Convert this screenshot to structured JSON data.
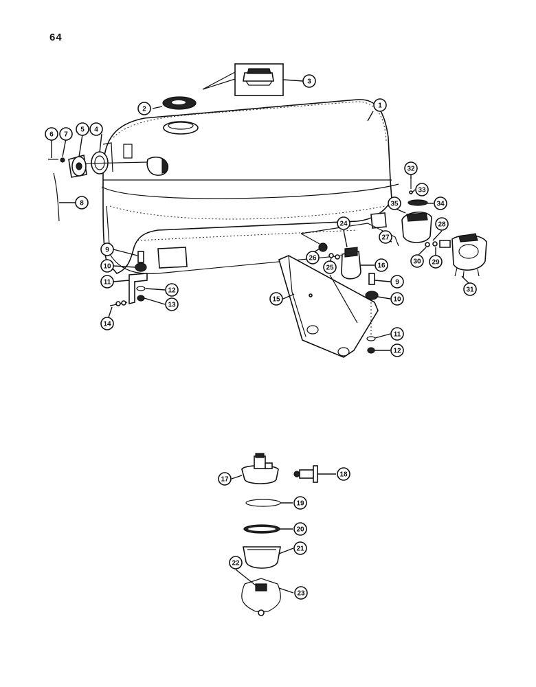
{
  "page": {
    "number": "64"
  },
  "callouts": [
    {
      "label": "1"
    },
    {
      "label": "2"
    },
    {
      "label": "3"
    },
    {
      "label": "4"
    },
    {
      "label": "5"
    },
    {
      "label": "6"
    },
    {
      "label": "7"
    },
    {
      "label": "8"
    },
    {
      "label": "9"
    },
    {
      "label": "10"
    },
    {
      "label": "11"
    },
    {
      "label": "12"
    },
    {
      "label": "13"
    },
    {
      "label": "14"
    },
    {
      "label": "15"
    },
    {
      "label": "16"
    },
    {
      "label": "9"
    },
    {
      "label": "10"
    },
    {
      "label": "11"
    },
    {
      "label": "12"
    },
    {
      "label": "24"
    },
    {
      "label": "26"
    },
    {
      "label": "25"
    },
    {
      "label": "27"
    },
    {
      "label": "28"
    },
    {
      "label": "30"
    },
    {
      "label": "29"
    },
    {
      "label": "31"
    },
    {
      "label": "32"
    },
    {
      "label": "33"
    },
    {
      "label": "34"
    },
    {
      "label": "35"
    },
    {
      "label": "17"
    },
    {
      "label": "18"
    },
    {
      "label": "19"
    },
    {
      "label": "20"
    },
    {
      "label": "21"
    },
    {
      "label": "22"
    },
    {
      "label": "23"
    }
  ]
}
